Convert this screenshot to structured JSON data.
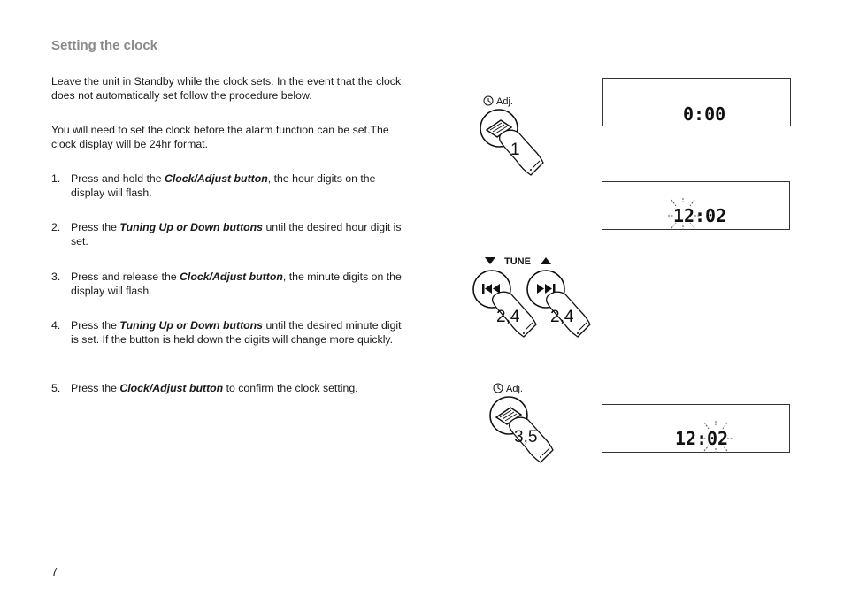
{
  "title": "Setting the clock",
  "intro1": "Leave the unit in Standby while the clock sets. In the event that the clock does not automatically set follow the procedure below.",
  "intro2": "You will need to set the clock before the alarm function can be set.The clock display will be 24hr format.",
  "steps": [
    {
      "num": "1.",
      "pre": "Press and hold the ",
      "bold": "Clock/Adjust button",
      "post": ", the hour digits on the display will flash."
    },
    {
      "num": "2.",
      "pre": "Press the ",
      "bold": "Tuning Up or Down buttons",
      "post": " until the desired hour digit is set."
    },
    {
      "num": "3.",
      "pre": "Press and release the ",
      "bold": "Clock/Adjust button",
      "post": ", the minute digits on the display will flash."
    },
    {
      "num": "4.",
      "pre": "Press the ",
      "bold": "Tuning Up or Down buttons",
      "post": " until the desired minute digit is set. If the button is held down the digits will change more quickly."
    },
    {
      "num": "5.",
      "pre": "Press the ",
      "bold": "Clock/Adjust button",
      "post": " to confirm the clock setting."
    }
  ],
  "page_number": "7",
  "illustrations": {
    "adj_label": "Adj.",
    "tune_label": "TUNE",
    "step1_label": "1",
    "tune_left_label": "2,4",
    "tune_right_label": "2,4",
    "step35_label": "3,5"
  },
  "displays": {
    "d1": "0:00",
    "d2_hour": "12",
    "d2_min": ":02",
    "d3_hour": "12:",
    "d3_min": "02"
  },
  "icons": [
    "clock-icon",
    "hand-pointer-icon",
    "skip-back-icon",
    "skip-forward-icon",
    "triangle-down-icon",
    "triangle-up-icon",
    "flash-rays-icon"
  ]
}
